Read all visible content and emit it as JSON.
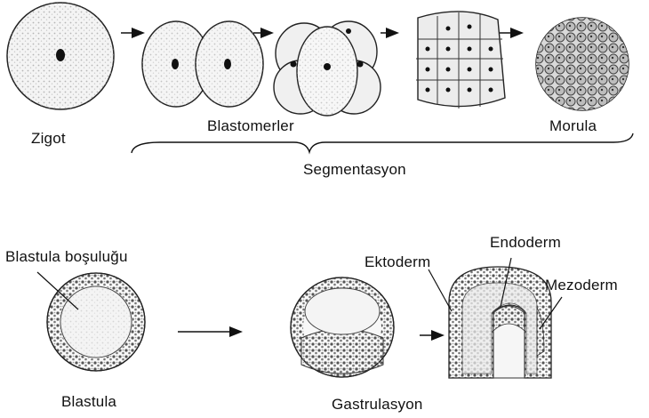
{
  "labels": {
    "zygote": "Zigot",
    "blastomeres": "Blastomerler",
    "morula": "Morula",
    "segmentation": "Segmentasyon",
    "blastula_cavity": "Blastula boşuluğu",
    "blastula": "Blastula",
    "ectoderm": "Ektoderm",
    "endoderm": "Endoderm",
    "mesoderm": "Mezoderm",
    "gastrulation": "Gastrulasyon"
  },
  "colors": {
    "ink": "#111111",
    "cell_fill": "#f2f2f2",
    "stipple": "#8a8a8a",
    "nucleus": "#1a1a1a"
  }
}
